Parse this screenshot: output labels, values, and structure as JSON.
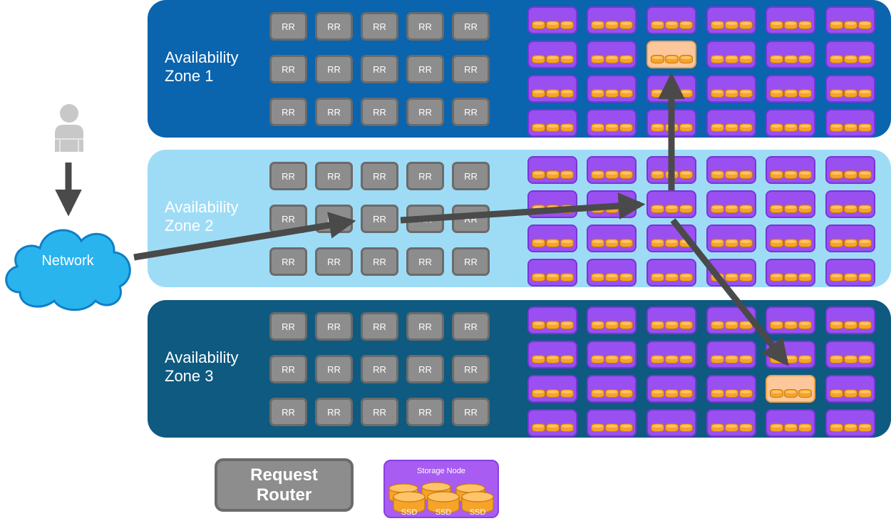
{
  "zones": [
    {
      "label": "Availability\nZone 1"
    },
    {
      "label": "Availability\nZone 2"
    },
    {
      "label": "Availability\nZone 3"
    }
  ],
  "network_label": "Network",
  "rr_label": "RR",
  "legend": {
    "router_label": "Request\nRouter",
    "storage_label": "Storage Node",
    "ssd_label": "SSD"
  },
  "highlighted_nodes": [
    {
      "zone": 1,
      "row": 2,
      "col": 3
    },
    {
      "zone": 3,
      "row": 3,
      "col": 5
    }
  ],
  "colors": {
    "zone1": "#0a64ae",
    "zone2": "#9edcf6",
    "zone3": "#0e5a80",
    "request_router": "#8d8d8d",
    "storage_node": "#9a4ff0",
    "highlighted_node": "#fcc79a",
    "ssd": "#f6a32a",
    "arrow": "#4a4a4a",
    "network": "#2ab4ee"
  }
}
